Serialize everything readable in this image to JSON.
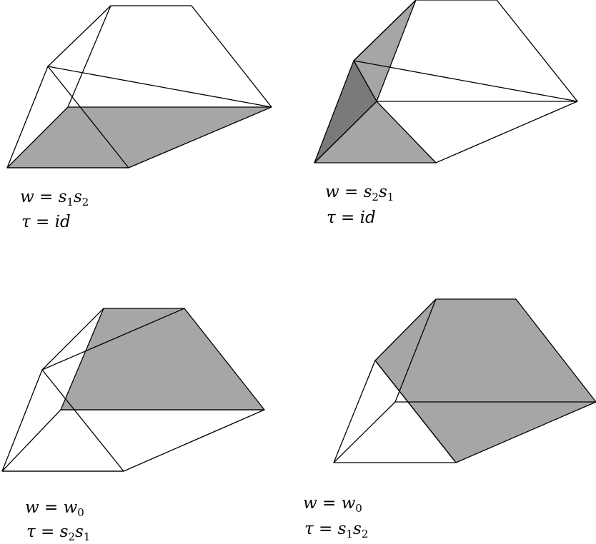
{
  "colors": {
    "shade": "#a6a6a6",
    "dark_shade": "#7a7a7a",
    "line": "#000000"
  },
  "panels": [
    {
      "w": {
        "lhs": "w",
        "eq": "=",
        "terms": [
          {
            "base": "s",
            "sub": "1"
          },
          {
            "base": "s",
            "sub": "2"
          }
        ]
      },
      "tau": {
        "lhs": "τ",
        "eq": "=",
        "terms": [
          {
            "base": "id",
            "sub": ""
          }
        ]
      }
    },
    {
      "w": {
        "lhs": "w",
        "eq": "=",
        "terms": [
          {
            "base": "s",
            "sub": "2"
          },
          {
            "base": "s",
            "sub": "1"
          }
        ]
      },
      "tau": {
        "lhs": "τ",
        "eq": "=",
        "terms": [
          {
            "base": "id",
            "sub": ""
          }
        ]
      }
    },
    {
      "w": {
        "lhs": "w",
        "eq": "=",
        "terms": [
          {
            "base": "w",
            "sub": "0"
          }
        ]
      },
      "tau": {
        "lhs": "τ",
        "eq": "=",
        "terms": [
          {
            "base": "s",
            "sub": "2"
          },
          {
            "base": "s",
            "sub": "1"
          }
        ]
      }
    },
    {
      "w": {
        "lhs": "w",
        "eq": "=",
        "terms": [
          {
            "base": "w",
            "sub": "0"
          }
        ]
      },
      "tau": {
        "lhs": "τ",
        "eq": "=",
        "terms": [
          {
            "base": "s",
            "sub": "1"
          },
          {
            "base": "s",
            "sub": "2"
          }
        ]
      }
    }
  ]
}
